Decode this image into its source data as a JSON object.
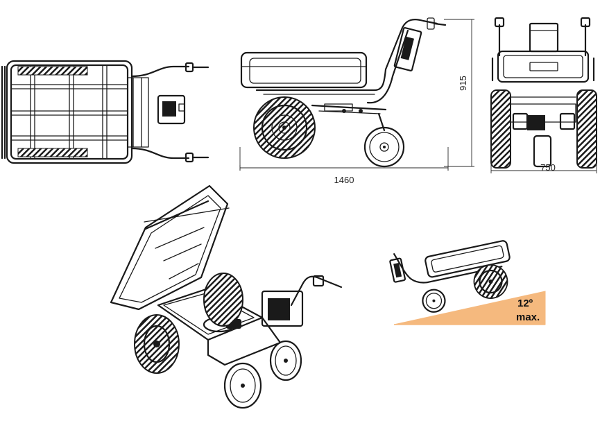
{
  "dimensions": {
    "length": "1460",
    "height": "915",
    "width": "750"
  },
  "slope": {
    "angle": "12º",
    "qualifier": "max.",
    "fill_color": "#F5B97E"
  }
}
